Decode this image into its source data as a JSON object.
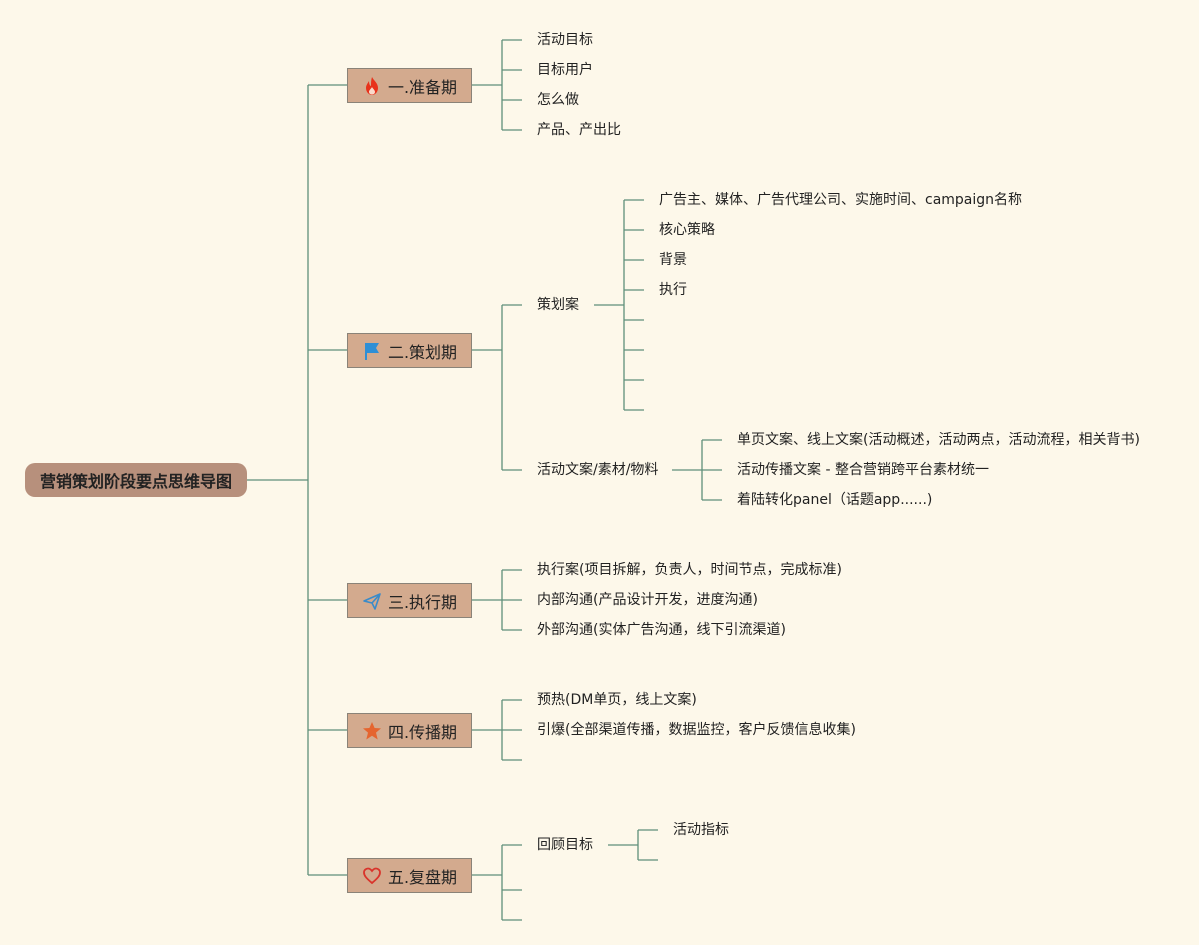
{
  "root": {
    "label": "营销策划阶段要点思维导图"
  },
  "stages": [
    {
      "label": "一.准备期",
      "icon": "fire-icon",
      "icon_color": "#e8321b"
    },
    {
      "label": "二.策划期",
      "icon": "flag-icon",
      "icon_color": "#2e8fd6"
    },
    {
      "label": "三.执行期",
      "icon": "paper-plane-icon",
      "icon_color": "#3a8bc9"
    },
    {
      "label": "四.传播期",
      "icon": "star-icon",
      "icon_color": "#e5652f"
    },
    {
      "label": "五.复盘期",
      "icon": "heart-icon",
      "icon_color": "#d9342b"
    }
  ],
  "prep": {
    "items": [
      "活动目标",
      "目标用户",
      "怎么做",
      "产品、产出比"
    ]
  },
  "planning": {
    "plan_doc": {
      "label": "策划案",
      "items": [
        "广告主、媒体、广告代理公司、实施时间、campaign名称",
        "核心策略",
        "背景",
        "执行"
      ]
    },
    "copy": {
      "label": "活动文案/素材/物料",
      "items": [
        "单页文案、线上文案(活动概述，活动两点，活动流程，相关背书)",
        "活动传播文案 - 整合营销跨平台素材统一",
        "着陆转化panel（话题app......)"
      ]
    }
  },
  "execution": {
    "items": [
      "执行案(项目拆解，负责人，时间节点，完成标准)",
      "内部沟通(产品设计开发，进度沟通)",
      "外部沟通(实体广告沟通，线下引流渠道)"
    ]
  },
  "spread": {
    "items": [
      "预热(DM单页，线上文案)",
      "引爆(全部渠道传播，数据监控，客户反馈信息收集)"
    ]
  },
  "review": {
    "goal": {
      "label": "回顾目标",
      "items": [
        "活动指标"
      ]
    }
  },
  "colors": {
    "background": "#fdf8ea",
    "line": "#5f8f7a",
    "root_fill": "#b7907c",
    "stage_fill": "#d3aa8e"
  }
}
